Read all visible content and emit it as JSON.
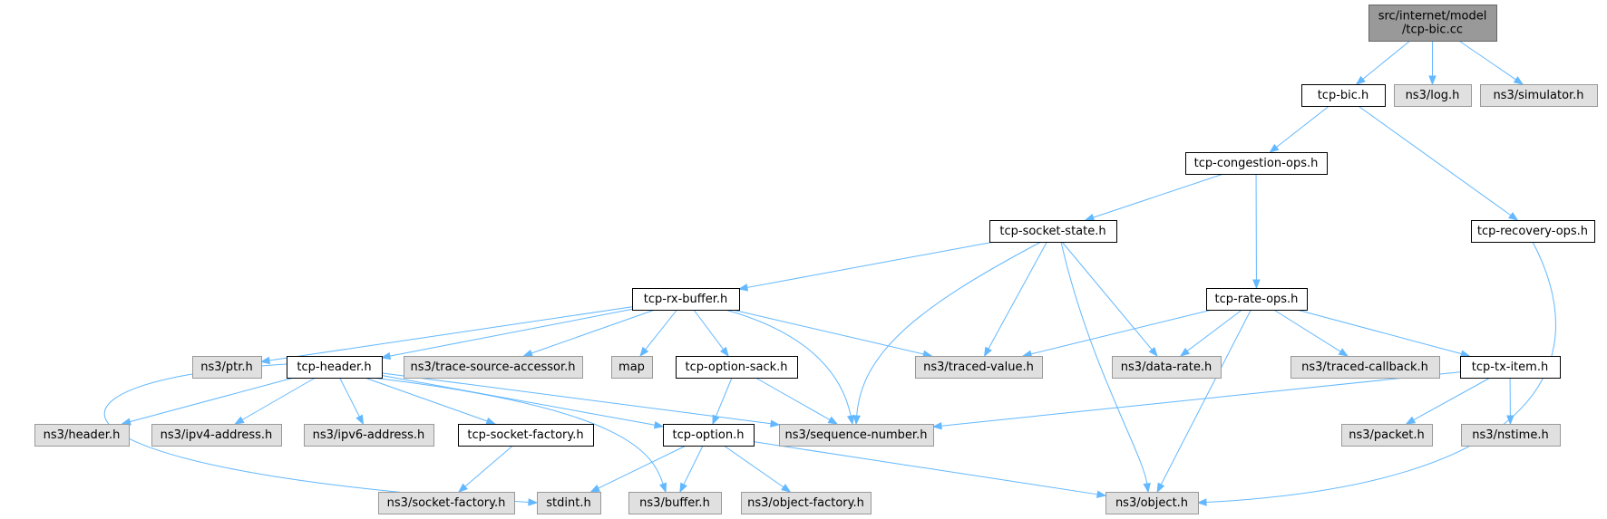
{
  "colors": {
    "root_fill": "#999999",
    "root_border": "#666666",
    "project_fill": "#ffffff",
    "project_border": "#000000",
    "external_fill": "#e0e0e0",
    "external_border": "#999999",
    "edge": "#63b8ff"
  },
  "nodes": [
    {
      "id": "tcp-bic-cc",
      "lines": [
        "src/internet/model",
        "/tcp-bic.cc"
      ],
      "kind": "root"
    },
    {
      "id": "tcp-bic-h",
      "lines": [
        "tcp-bic.h"
      ],
      "kind": "project"
    },
    {
      "id": "ns3-log-h",
      "lines": [
        "ns3/log.h"
      ],
      "kind": "external"
    },
    {
      "id": "ns3-simulator-h",
      "lines": [
        "ns3/simulator.h"
      ],
      "kind": "external"
    },
    {
      "id": "tcp-congestion-ops-h",
      "lines": [
        "tcp-congestion-ops.h"
      ],
      "kind": "project"
    },
    {
      "id": "tcp-recovery-ops-h",
      "lines": [
        "tcp-recovery-ops.h"
      ],
      "kind": "project"
    },
    {
      "id": "tcp-socket-state-h",
      "lines": [
        "tcp-socket-state.h"
      ],
      "kind": "project"
    },
    {
      "id": "tcp-rx-buffer-h",
      "lines": [
        "tcp-rx-buffer.h"
      ],
      "kind": "project"
    },
    {
      "id": "tcp-rate-ops-h",
      "lines": [
        "tcp-rate-ops.h"
      ],
      "kind": "project"
    },
    {
      "id": "ns3-ptr-h",
      "lines": [
        "ns3/ptr.h"
      ],
      "kind": "external"
    },
    {
      "id": "tcp-header-h",
      "lines": [
        "tcp-header.h"
      ],
      "kind": "project"
    },
    {
      "id": "ns3-trace-source-accessor-h",
      "lines": [
        "ns3/trace-source-accessor.h"
      ],
      "kind": "external"
    },
    {
      "id": "map",
      "lines": [
        "map"
      ],
      "kind": "external"
    },
    {
      "id": "tcp-option-sack-h",
      "lines": [
        "tcp-option-sack.h"
      ],
      "kind": "project"
    },
    {
      "id": "ns3-traced-value-h",
      "lines": [
        "ns3/traced-value.h"
      ],
      "kind": "external"
    },
    {
      "id": "ns3-data-rate-h",
      "lines": [
        "ns3/data-rate.h"
      ],
      "kind": "external"
    },
    {
      "id": "ns3-traced-callback-h",
      "lines": [
        "ns3/traced-callback.h"
      ],
      "kind": "external"
    },
    {
      "id": "tcp-tx-item-h",
      "lines": [
        "tcp-tx-item.h"
      ],
      "kind": "project"
    },
    {
      "id": "ns3-header-h",
      "lines": [
        "ns3/header.h"
      ],
      "kind": "external"
    },
    {
      "id": "ns3-ipv4-address-h",
      "lines": [
        "ns3/ipv4-address.h"
      ],
      "kind": "external"
    },
    {
      "id": "ns3-ipv6-address-h",
      "lines": [
        "ns3/ipv6-address.h"
      ],
      "kind": "external"
    },
    {
      "id": "tcp-socket-factory-h",
      "lines": [
        "tcp-socket-factory.h"
      ],
      "kind": "project"
    },
    {
      "id": "tcp-option-h",
      "lines": [
        "tcp-option.h"
      ],
      "kind": "project"
    },
    {
      "id": "ns3-sequence-number-h",
      "lines": [
        "ns3/sequence-number.h"
      ],
      "kind": "external"
    },
    {
      "id": "ns3-packet-h",
      "lines": [
        "ns3/packet.h"
      ],
      "kind": "external"
    },
    {
      "id": "ns3-nstime-h",
      "lines": [
        "ns3/nstime.h"
      ],
      "kind": "external"
    },
    {
      "id": "ns3-socket-factory-h",
      "lines": [
        "ns3/socket-factory.h"
      ],
      "kind": "external"
    },
    {
      "id": "stdint-h",
      "lines": [
        "stdint.h"
      ],
      "kind": "external"
    },
    {
      "id": "ns3-buffer-h",
      "lines": [
        "ns3/buffer.h"
      ],
      "kind": "external"
    },
    {
      "id": "ns3-object-factory-h",
      "lines": [
        "ns3/object-factory.h"
      ],
      "kind": "external"
    },
    {
      "id": "ns3-object-h",
      "lines": [
        "ns3/object.h"
      ],
      "kind": "external"
    }
  ],
  "edges": [
    [
      "tcp-bic-cc",
      "tcp-bic-h"
    ],
    [
      "tcp-bic-cc",
      "ns3-log-h"
    ],
    [
      "tcp-bic-cc",
      "ns3-simulator-h"
    ],
    [
      "tcp-bic-h",
      "tcp-congestion-ops-h"
    ],
    [
      "tcp-bic-h",
      "tcp-recovery-ops-h"
    ],
    [
      "tcp-congestion-ops-h",
      "tcp-socket-state-h"
    ],
    [
      "tcp-congestion-ops-h",
      "tcp-rate-ops-h"
    ],
    [
      "tcp-recovery-ops-h",
      "ns3-object-h"
    ],
    [
      "tcp-socket-state-h",
      "tcp-rx-buffer-h"
    ],
    [
      "tcp-socket-state-h",
      "ns3-traced-value-h"
    ],
    [
      "tcp-socket-state-h",
      "ns3-data-rate-h"
    ],
    [
      "tcp-socket-state-h",
      "ns3-sequence-number-h"
    ],
    [
      "tcp-socket-state-h",
      "ns3-object-h"
    ],
    [
      "tcp-rx-buffer-h",
      "ns3-ptr-h"
    ],
    [
      "tcp-rx-buffer-h",
      "tcp-header-h"
    ],
    [
      "tcp-rx-buffer-h",
      "ns3-trace-source-accessor-h"
    ],
    [
      "tcp-rx-buffer-h",
      "map"
    ],
    [
      "tcp-rx-buffer-h",
      "tcp-option-sack-h"
    ],
    [
      "tcp-rx-buffer-h",
      "ns3-traced-value-h"
    ],
    [
      "tcp-rx-buffer-h",
      "ns3-sequence-number-h"
    ],
    [
      "tcp-rate-ops-h",
      "ns3-traced-value-h"
    ],
    [
      "tcp-rate-ops-h",
      "ns3-data-rate-h"
    ],
    [
      "tcp-rate-ops-h",
      "ns3-traced-callback-h"
    ],
    [
      "tcp-rate-ops-h",
      "tcp-tx-item-h"
    ],
    [
      "tcp-rate-ops-h",
      "ns3-object-h"
    ],
    [
      "tcp-header-h",
      "ns3-header-h"
    ],
    [
      "tcp-header-h",
      "ns3-ipv4-address-h"
    ],
    [
      "tcp-header-h",
      "ns3-ipv6-address-h"
    ],
    [
      "tcp-header-h",
      "tcp-socket-factory-h"
    ],
    [
      "tcp-header-h",
      "tcp-option-h"
    ],
    [
      "tcp-header-h",
      "ns3-sequence-number-h"
    ],
    [
      "tcp-header-h",
      "ns3-buffer-h"
    ],
    [
      "tcp-header-h",
      "stdint-h"
    ],
    [
      "tcp-option-sack-h",
      "tcp-option-h"
    ],
    [
      "tcp-option-sack-h",
      "ns3-sequence-number-h"
    ],
    [
      "tcp-tx-item-h",
      "ns3-sequence-number-h"
    ],
    [
      "tcp-tx-item-h",
      "ns3-packet-h"
    ],
    [
      "tcp-tx-item-h",
      "ns3-nstime-h"
    ],
    [
      "tcp-socket-factory-h",
      "ns3-socket-factory-h"
    ],
    [
      "tcp-option-h",
      "stdint-h"
    ],
    [
      "tcp-option-h",
      "ns3-buffer-h"
    ],
    [
      "tcp-option-h",
      "ns3-object-factory-h"
    ],
    [
      "tcp-option-h",
      "ns3-object-h"
    ]
  ]
}
